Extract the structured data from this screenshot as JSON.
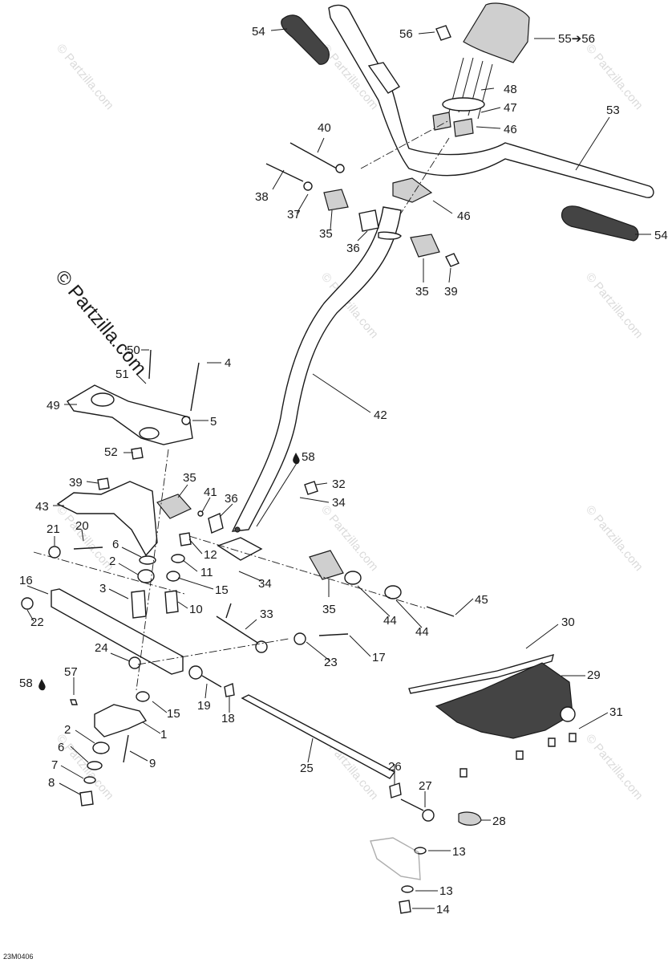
{
  "diagram_code": "23M0406",
  "watermark_text": "© Partzilla.com",
  "callouts": {
    "c1": "1",
    "c2": "2",
    "c3": "3",
    "c4": "4",
    "c5": "5",
    "c6": "6",
    "c7": "7",
    "c8": "8",
    "c9": "9",
    "c10": "10",
    "c11": "11",
    "c12": "12",
    "c13": "13",
    "c14": "14",
    "c15": "15",
    "c16": "16",
    "c17": "17",
    "c18": "18",
    "c19": "19",
    "c20": "20",
    "c21": "21",
    "c22": "22",
    "c23": "23",
    "c24": "24",
    "c25": "25",
    "c26": "26",
    "c27": "27",
    "c28": "28",
    "c29": "29",
    "c30": "30",
    "c31": "31",
    "c32": "32",
    "c33": "33",
    "c34": "34",
    "c35": "35",
    "c36": "36",
    "c37": "37",
    "c38": "38",
    "c39": "39",
    "c40": "40",
    "c41": "41",
    "c42": "42",
    "c43": "43",
    "c44": "44",
    "c45": "45",
    "c46": "46",
    "c47": "47",
    "c48": "48",
    "c49": "49",
    "c50": "50",
    "c51": "51",
    "c52": "52",
    "c53": "53",
    "c54": "54",
    "c55": "55➔56",
    "c56": "56",
    "c57": "57",
    "c58": "58"
  },
  "colors": {
    "ink": "#1a1a1a",
    "watermark": "#bdbdbd",
    "background": "#ffffff"
  }
}
